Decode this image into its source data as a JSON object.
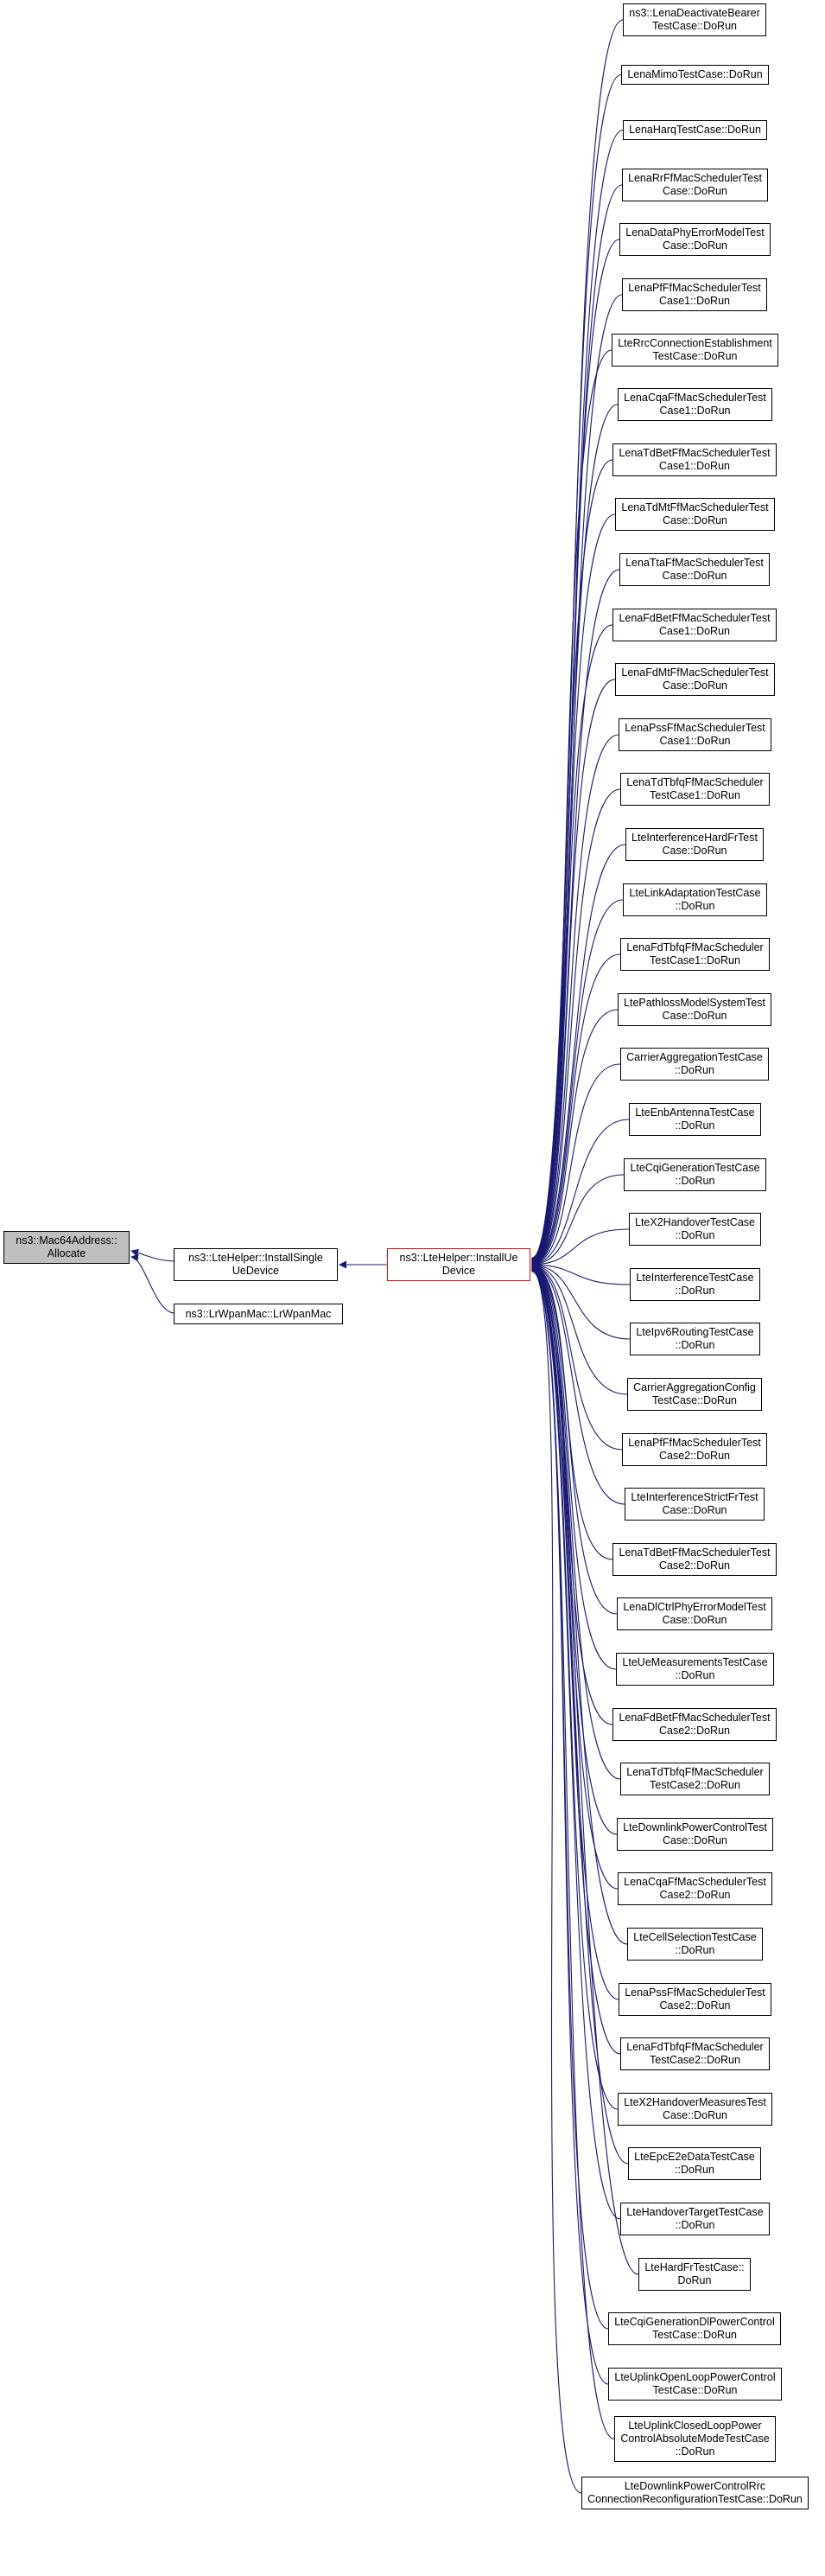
{
  "colors": {
    "edge": "#191970",
    "focus_fill": "#bfbfbf",
    "highlight_border": "#ff0000"
  },
  "nodes": {
    "allocate": {
      "lines": [
        "ns3::Mac64Address::",
        "Allocate"
      ]
    },
    "install_single": {
      "lines": [
        "ns3::LteHelper::InstallSingle",
        "UeDevice"
      ]
    },
    "lrwpan": {
      "lines": [
        "ns3::LrWpanMac::LrWpanMac"
      ]
    },
    "install_ue": {
      "lines": [
        "ns3::LteHelper::InstallUe",
        "Device"
      ]
    }
  },
  "callers": [
    {
      "lines": [
        "ns3::LenaDeactivateBearer",
        "TestCase::DoRun"
      ]
    },
    {
      "lines": [
        "LenaMimoTestCase::DoRun"
      ]
    },
    {
      "lines": [
        "LenaHarqTestCase::DoRun"
      ]
    },
    {
      "lines": [
        "LenaRrFfMacSchedulerTest",
        "Case::DoRun"
      ]
    },
    {
      "lines": [
        "LenaDataPhyErrorModelTest",
        "Case::DoRun"
      ]
    },
    {
      "lines": [
        "LenaPfFfMacSchedulerTest",
        "Case1::DoRun"
      ]
    },
    {
      "lines": [
        "LteRrcConnectionEstablishment",
        "TestCase::DoRun"
      ]
    },
    {
      "lines": [
        "LenaCqaFfMacSchedulerTest",
        "Case1::DoRun"
      ]
    },
    {
      "lines": [
        "LenaTdBetFfMacSchedulerTest",
        "Case1::DoRun"
      ]
    },
    {
      "lines": [
        "LenaTdMtFfMacSchedulerTest",
        "Case::DoRun"
      ]
    },
    {
      "lines": [
        "LenaTtaFfMacSchedulerTest",
        "Case::DoRun"
      ]
    },
    {
      "lines": [
        "LenaFdBetFfMacSchedulerTest",
        "Case1::DoRun"
      ]
    },
    {
      "lines": [
        "LenaFdMtFfMacSchedulerTest",
        "Case::DoRun"
      ]
    },
    {
      "lines": [
        "LenaPssFfMacSchedulerTest",
        "Case1::DoRun"
      ]
    },
    {
      "lines": [
        "LenaTdTbfqFfMacScheduler",
        "TestCase1::DoRun"
      ]
    },
    {
      "lines": [
        "LteInterferenceHardFrTest",
        "Case::DoRun"
      ]
    },
    {
      "lines": [
        "LteLinkAdaptationTestCase",
        "::DoRun"
      ]
    },
    {
      "lines": [
        "LenaFdTbfqFfMacScheduler",
        "TestCase1::DoRun"
      ]
    },
    {
      "lines": [
        "LtePathlossModelSystemTest",
        "Case::DoRun"
      ]
    },
    {
      "lines": [
        "CarrierAggregationTestCase",
        "::DoRun"
      ]
    },
    {
      "lines": [
        "LteEnbAntennaTestCase",
        "::DoRun"
      ]
    },
    {
      "lines": [
        "LteCqiGenerationTestCase",
        "::DoRun"
      ]
    },
    {
      "lines": [
        "LteX2HandoverTestCase",
        "::DoRun"
      ]
    },
    {
      "lines": [
        "LteInterferenceTestCase",
        "::DoRun"
      ]
    },
    {
      "lines": [
        "LteIpv6RoutingTestCase",
        "::DoRun"
      ]
    },
    {
      "lines": [
        "CarrierAggregationConfig",
        "TestCase::DoRun"
      ]
    },
    {
      "lines": [
        "LenaPfFfMacSchedulerTest",
        "Case2::DoRun"
      ]
    },
    {
      "lines": [
        "LteInterferenceStrictFrTest",
        "Case::DoRun"
      ]
    },
    {
      "lines": [
        "LenaTdBetFfMacSchedulerTest",
        "Case2::DoRun"
      ]
    },
    {
      "lines": [
        "LenaDlCtrlPhyErrorModelTest",
        "Case::DoRun"
      ]
    },
    {
      "lines": [
        "LteUeMeasurementsTestCase",
        "::DoRun"
      ]
    },
    {
      "lines": [
        "LenaFdBetFfMacSchedulerTest",
        "Case2::DoRun"
      ]
    },
    {
      "lines": [
        "LenaTdTbfqFfMacScheduler",
        "TestCase2::DoRun"
      ]
    },
    {
      "lines": [
        "LteDownlinkPowerControlTest",
        "Case::DoRun"
      ]
    },
    {
      "lines": [
        "LenaCqaFfMacSchedulerTest",
        "Case2::DoRun"
      ]
    },
    {
      "lines": [
        "LteCellSelectionTestCase",
        "::DoRun"
      ]
    },
    {
      "lines": [
        "LenaPssFfMacSchedulerTest",
        "Case2::DoRun"
      ]
    },
    {
      "lines": [
        "LenaFdTbfqFfMacScheduler",
        "TestCase2::DoRun"
      ]
    },
    {
      "lines": [
        "LteX2HandoverMeasuresTest",
        "Case::DoRun"
      ]
    },
    {
      "lines": [
        "LteEpcE2eDataTestCase",
        "::DoRun"
      ]
    },
    {
      "lines": [
        "LteHandoverTargetTestCase",
        "::DoRun"
      ]
    },
    {
      "lines": [
        "LteHardFrTestCase::",
        "DoRun"
      ]
    },
    {
      "lines": [
        "LteCqiGenerationDlPowerControl",
        "TestCase::DoRun"
      ]
    },
    {
      "lines": [
        "LteUplinkOpenLoopPowerControl",
        "TestCase::DoRun"
      ]
    },
    {
      "lines": [
        "LteUplinkClosedLoopPower",
        "ControlAbsoluteModeTestCase",
        "::DoRun"
      ]
    },
    {
      "lines": [
        "LteDownlinkPowerControlRrc",
        "ConnectionReconfigurationTestCase::DoRun"
      ]
    }
  ]
}
